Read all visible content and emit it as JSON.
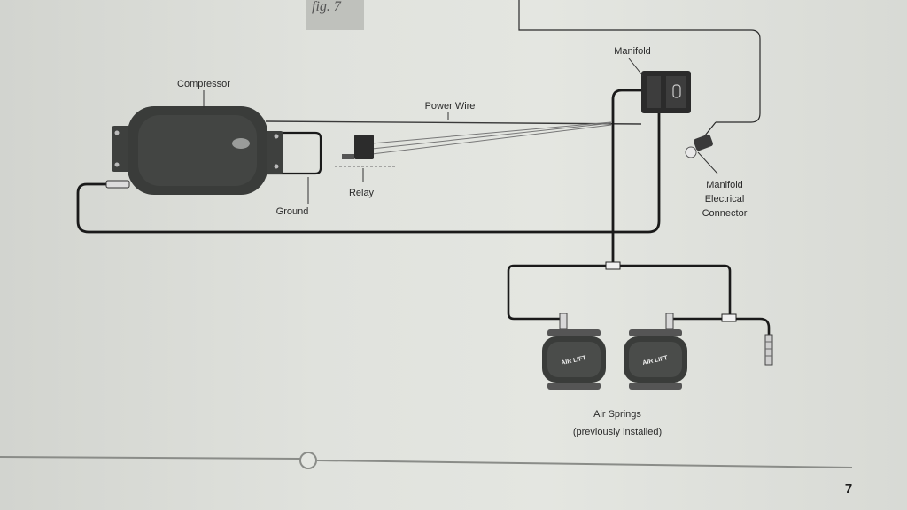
{
  "figure_tab": {
    "text": "fig. 7"
  },
  "labels": {
    "compressor": "Compressor",
    "power_wire": "Power Wire",
    "relay": "Relay",
    "ground": "Ground",
    "manifold": "Manifold",
    "manifold_connector": [
      "Manifold",
      "Electrical",
      "Connector"
    ],
    "air_springs": [
      "Air Springs",
      "(previously installed)"
    ]
  },
  "logo_text": "AIR LIFT",
  "page_number": "7",
  "colors": {
    "paper": "#e0e2dd",
    "line": "#1a1a1a",
    "component": "#3a3c3a"
  }
}
